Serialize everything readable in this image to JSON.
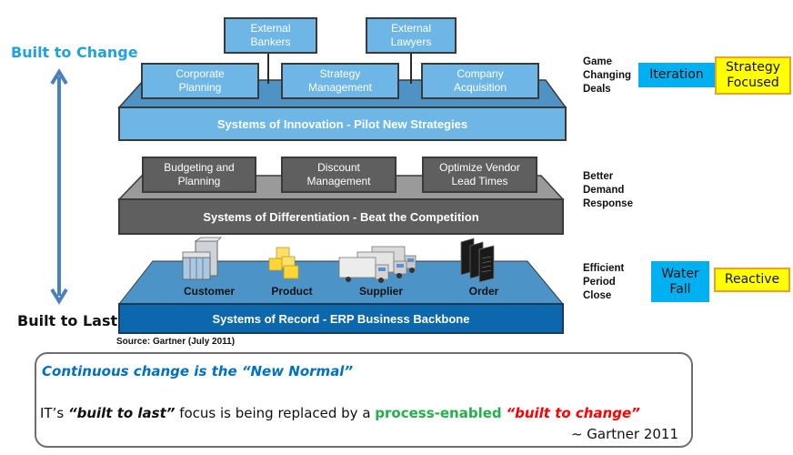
{
  "axis": {
    "top_label": "Built to Change",
    "bottom_label": "Built to Last",
    "colors": {
      "top": "#1fa3e0",
      "bottom": "#111111",
      "arrow": "#4a7fc1"
    }
  },
  "layers": {
    "innovation": {
      "title": "Systems of Innovation - Pilot New Strategies",
      "external": [
        {
          "label_line1": "External",
          "label_line2": "Bankers"
        },
        {
          "label_line1": "External",
          "label_line2": "Lawyers"
        }
      ],
      "blocks": [
        {
          "line1": "Corporate",
          "line2": "Planning"
        },
        {
          "line1": "Strategy",
          "line2": "Management"
        },
        {
          "line1": "Company",
          "line2": "Acquisition"
        }
      ],
      "outcome": [
        "Game",
        "Changing",
        "Deals"
      ],
      "colors": {
        "front": "#6db6e6",
        "top": "#4f93c4"
      }
    },
    "differentiation": {
      "title": "Systems of Differentiation - Beat the Competition",
      "blocks": [
        {
          "line1": "Budgeting and",
          "line2": "Planning"
        },
        {
          "line1": "Discount",
          "line2": "Management"
        },
        {
          "line1": "Optimize Vendor",
          "line2": "Lead Times"
        }
      ],
      "outcome": [
        "Better",
        "Demand",
        "Response"
      ],
      "colors": {
        "front": "#5f5f5f",
        "top": "#9a9a9a"
      }
    },
    "record": {
      "title": "Systems of Record - ERP Business Backbone",
      "entities": [
        {
          "label": "Customer",
          "icon": "store-icon"
        },
        {
          "label": "Product",
          "icon": "boxes-icon"
        },
        {
          "label": "Supplier",
          "icon": "trucks-icon"
        },
        {
          "label": "Order",
          "icon": "documents-icon"
        }
      ],
      "outcome": [
        "Efficient",
        "Period",
        "Close"
      ],
      "colors": {
        "front": "#0d67ad",
        "top": "#4c94c8"
      }
    }
  },
  "tags": {
    "top": [
      {
        "label": "Iteration",
        "color": "#00b0f0"
      },
      {
        "label_line1": "Strategy",
        "label_line2": "Focused",
        "color": "#ffff00",
        "border": "#f0a020"
      }
    ],
    "bottom": [
      {
        "label_line1": "Water",
        "label_line2": "Fall",
        "color": "#00b0f0"
      },
      {
        "label": "Reactive",
        "color": "#ffff00",
        "border": "#f0a020"
      }
    ]
  },
  "source": "Source: Gartner (July 2011)",
  "quote": {
    "title": "Continuous change is the “New Normal”",
    "part1": "IT’s ",
    "emph1": "“built to last”",
    "part2": " focus is being replaced by a ",
    "emph2": "process-enabled",
    "part3": " ",
    "emph3": "“built to change”",
    "attribution": "~ Gartner 2011",
    "colors": {
      "title": "#0070c0",
      "emph2": "#22b04b",
      "emph3": "#ff0000"
    }
  }
}
